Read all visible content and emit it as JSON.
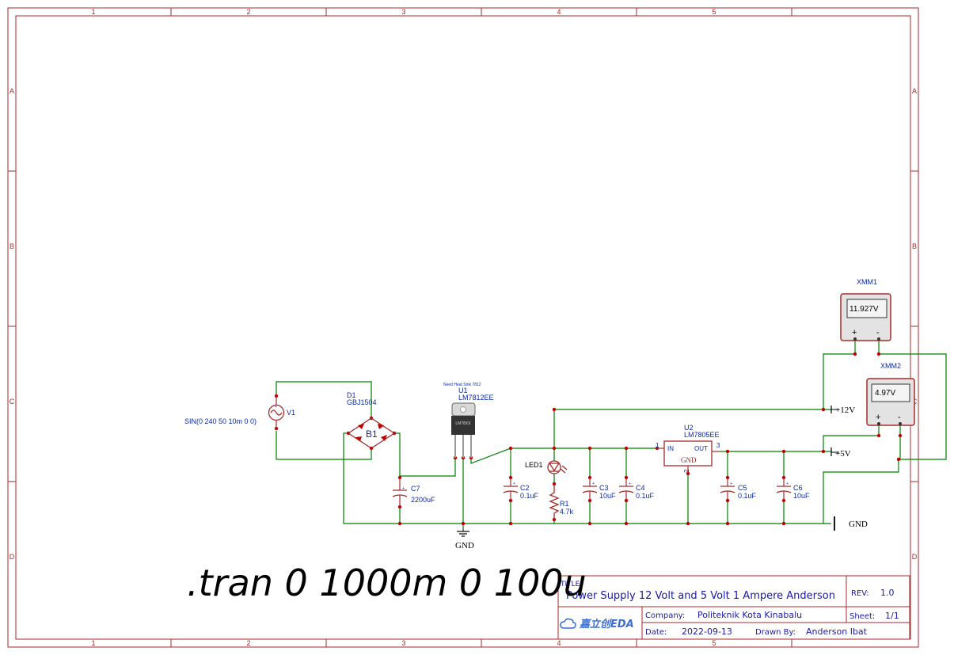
{
  "frame": {
    "columns": [
      "1",
      "2",
      "3",
      "4",
      "5"
    ],
    "rows": [
      "A",
      "B",
      "C",
      "D"
    ]
  },
  "components": {
    "v1": {
      "ref": "V1",
      "value": "SIN(0 240 50 10m 0 0)"
    },
    "d1": {
      "ref": "D1",
      "value": "GBJ1504",
      "body_label": "B1"
    },
    "c7": {
      "ref": "C7",
      "value": "2200uF"
    },
    "u1": {
      "note": "Need Heat Sink 7812",
      "ref": "U1",
      "value": "LM7812EE",
      "body_label": "LM78XX"
    },
    "led1": {
      "ref": "LED1"
    },
    "r1": {
      "ref": "R1",
      "value": "4.7k"
    },
    "c2": {
      "ref": "C2",
      "value": "0.1uF"
    },
    "c3": {
      "ref": "C3",
      "value": "10uF"
    },
    "c4": {
      "ref": "C4",
      "value": "0.1uF"
    },
    "u2": {
      "ref": "U2",
      "value": "LM7805EE",
      "pin_in": "IN",
      "pin_out": "OUT",
      "pin_gnd": "GND",
      "pin1": "1",
      "pin2": "2",
      "pin3": "3"
    },
    "c5": {
      "ref": "C5",
      "value": "0.1uF"
    },
    "c6": {
      "ref": "C6",
      "value": "10uF"
    },
    "xmm1": {
      "ref": "XMM1",
      "reading": "11.927V",
      "plus": "+",
      "minus": "-"
    },
    "xmm2": {
      "ref": "XMM2",
      "reading": "4.97V",
      "plus": "+",
      "minus": "-"
    }
  },
  "nets": {
    "v12": "+12V",
    "v5": "+5V",
    "gnd_right": "GND",
    "gnd_bottom": "GND"
  },
  "sim_directive": ".tran 0 1000m 0 100u",
  "title_block": {
    "title_key": "TITLE:",
    "title": "Power Supply 12 Volt and 5 Volt 1 Ampere Anderson",
    "rev_key": "REV:",
    "rev": "1.0",
    "company_key": "Company:",
    "company": "Politeknik Kota Kinabalu",
    "sheet_key": "Sheet:",
    "sheet": "1/1",
    "date_key": "Date:",
    "date": "2022-09-13",
    "drawn_key": "Drawn By:",
    "drawn_by": "Anderson Ibat",
    "logo_text": "嘉立创EDA"
  }
}
